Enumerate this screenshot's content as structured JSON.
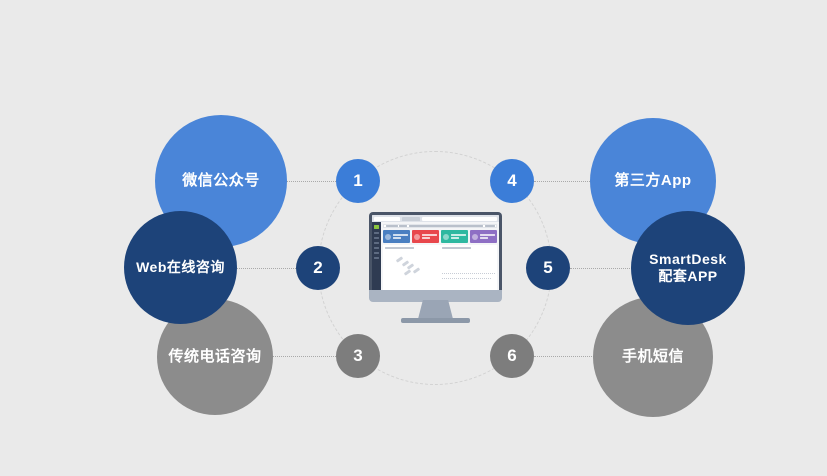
{
  "background_color": "#eaeaea",
  "diagram": {
    "title_present": false,
    "center": {
      "name": "desktop-monitor",
      "type": "illustration"
    },
    "ring": {
      "style": "dashed",
      "color": "#d2d2d2"
    },
    "colors": {
      "light_blue": "#4a85d8",
      "dark_navy": "#1d4379",
      "gray": "#8c8c8c",
      "connector": "#a9a9a9",
      "text": "#ffffff"
    },
    "channels": [
      {
        "number": "1",
        "label": "微信公众号",
        "color": "#4a85d8",
        "side": "left",
        "row": "top"
      },
      {
        "number": "2",
        "label": "Web在线咨询",
        "color": "#1d4379",
        "side": "left",
        "row": "middle"
      },
      {
        "number": "3",
        "label": "传统电话咨询",
        "color": "#8c8c8c",
        "side": "left",
        "row": "bottom"
      },
      {
        "number": "4",
        "label": "第三方App",
        "color": "#4a85d8",
        "side": "right",
        "row": "top"
      },
      {
        "number": "5",
        "label": "SmartDesk\n配套APP",
        "label_line1": "SmartDesk",
        "label_line2": "配套APP",
        "color": "#1d4379",
        "side": "right",
        "row": "middle"
      },
      {
        "number": "6",
        "label": "手机短信",
        "color": "#8c8c8c",
        "side": "right",
        "row": "bottom"
      }
    ]
  },
  "monitor_screen": {
    "cards": [
      {
        "color": "#4a7fc1"
      },
      {
        "color": "#e8474c"
      },
      {
        "color": "#2eb8a0"
      },
      {
        "color": "#8e6fc4"
      }
    ],
    "sidebar_color": "#2f3b52",
    "bezel_color": "#4a5568"
  }
}
